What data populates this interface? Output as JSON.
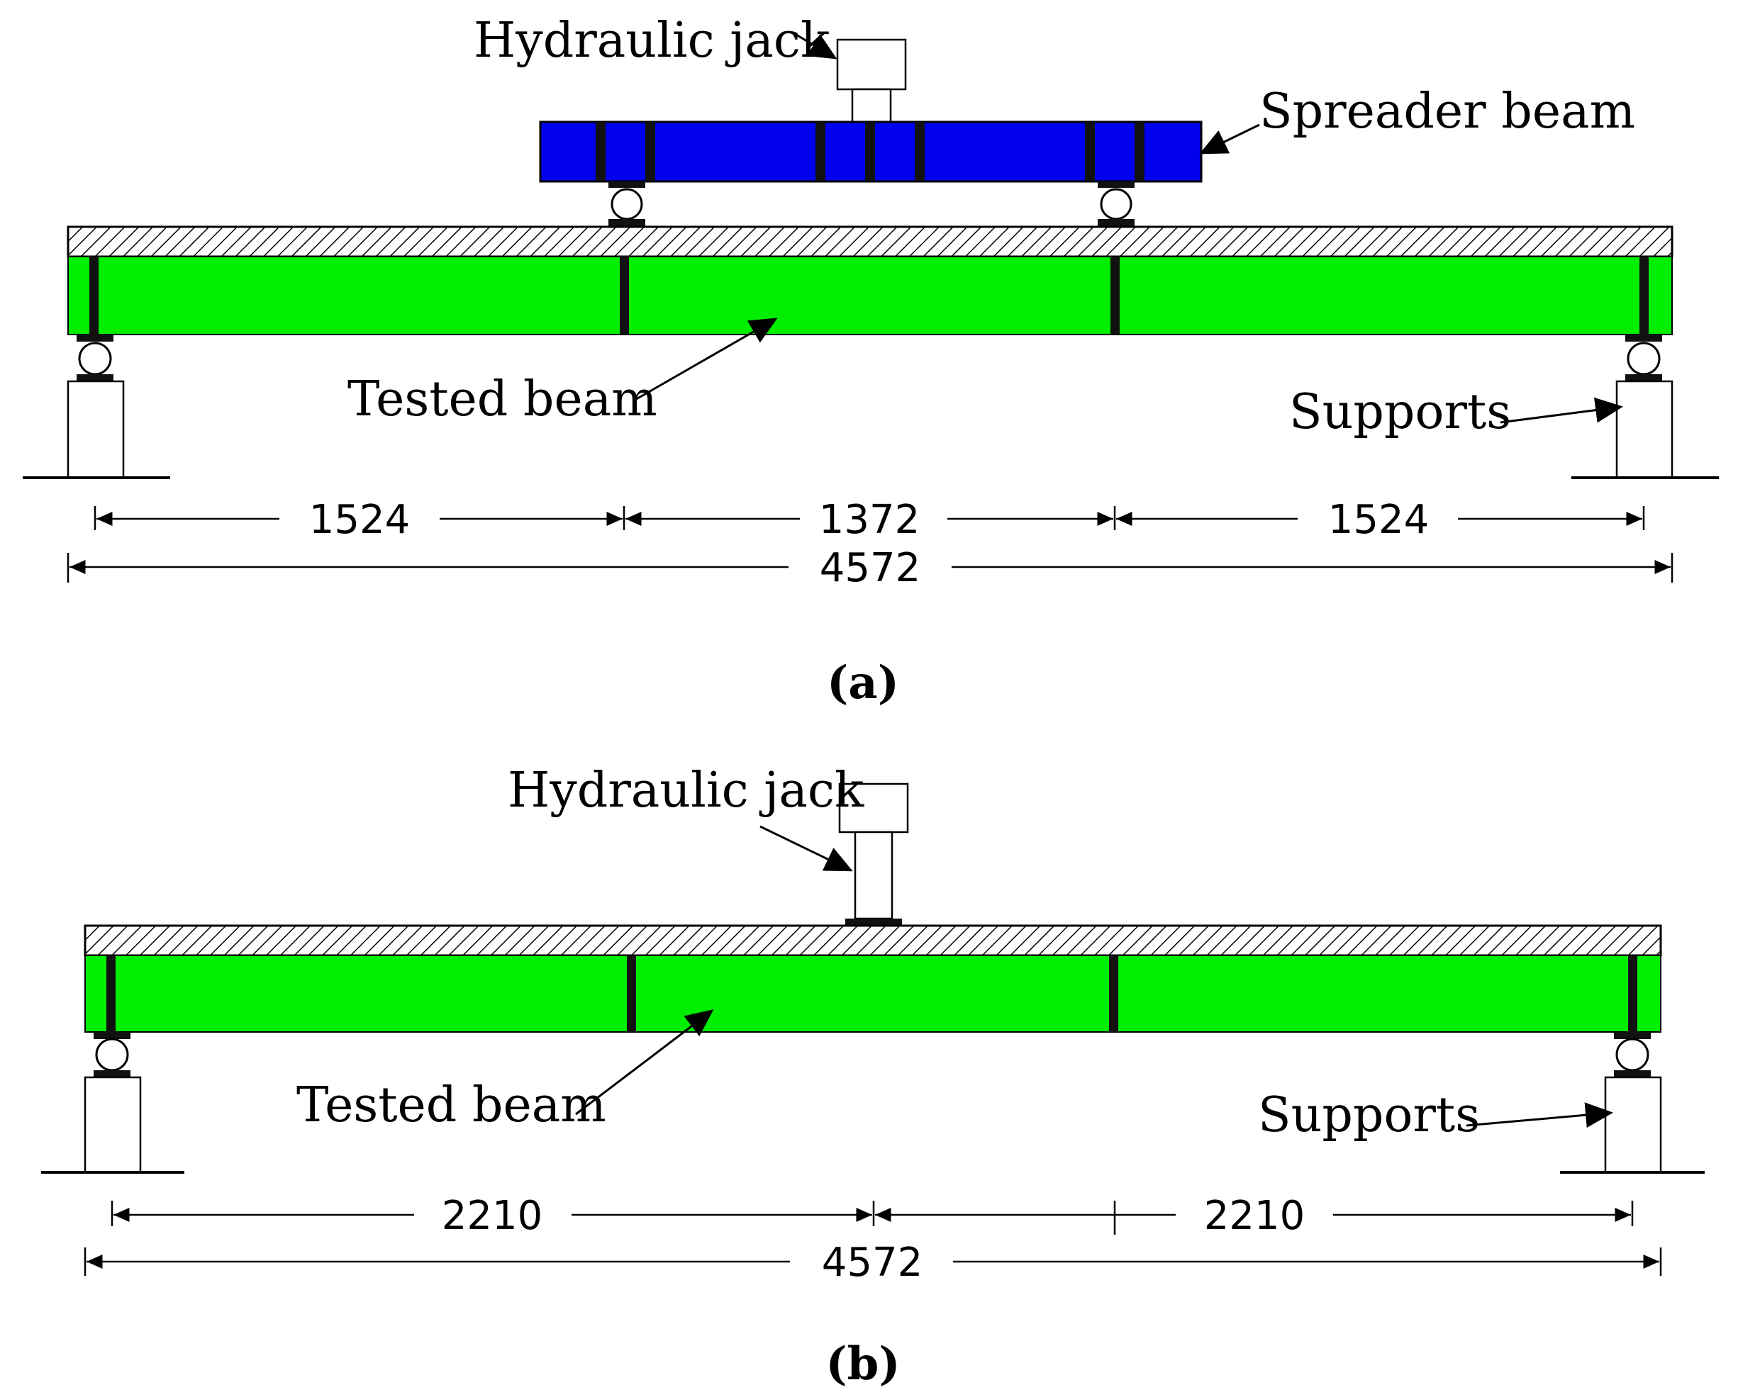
{
  "panel_a": {
    "jack_label": "Hydraulic jack",
    "spreader_label": "Spreader beam",
    "beam_label": "Tested beam",
    "supports_label": "Supports",
    "dim_left": "1524",
    "dim_mid": "1372",
    "dim_right": "1524",
    "dim_total": "4572",
    "caption": "(a)"
  },
  "panel_b": {
    "jack_label": "Hydraulic jack",
    "beam_label": "Tested beam",
    "supports_label": "Supports",
    "dim_left": "2210",
    "dim_right": "2210",
    "dim_total": "4572",
    "caption": "(b)"
  },
  "colors": {
    "tested_beam": "#00ee00",
    "spreader_beam": "#0000ee",
    "stiffener": "#111111"
  }
}
